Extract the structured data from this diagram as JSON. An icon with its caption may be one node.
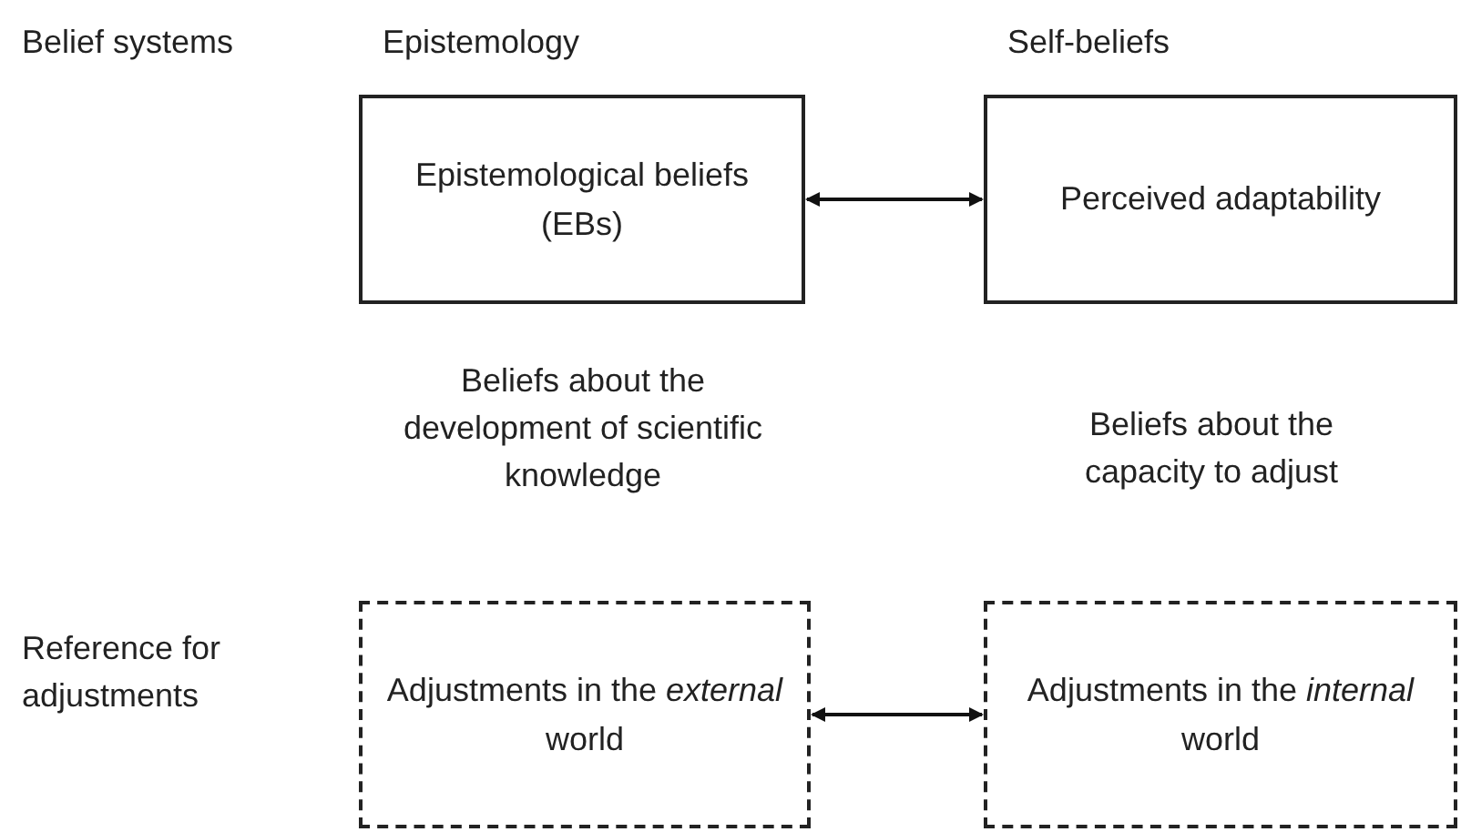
{
  "diagram": {
    "nodes": [
      {
        "text": [
          "Epistemological beliefs  (EBs)"
        ]
      },
      {
        "text": [
          "Perceived adaptability"
        ]
      },
      {
        "text": [
          "Adjustments in the *external* world"
        ]
      },
      {
        "text": [
          "Adjustments in the *internal* world"
        ]
      }
    ],
    "edges": [
      {
        "from": 0,
        "to": 1,
        "arrow": "both"
      },
      {
        "from": 2,
        "to": 3,
        "arrow": "both"
      }
    ],
    "labels": [
      "Belief systems",
      "Epistemology",
      "Self-beliefs",
      "Beliefs about the development of scientific knowledge",
      "Beliefs about the capacity to adjust",
      "Reference for adjustments"
    ]
  }
}
